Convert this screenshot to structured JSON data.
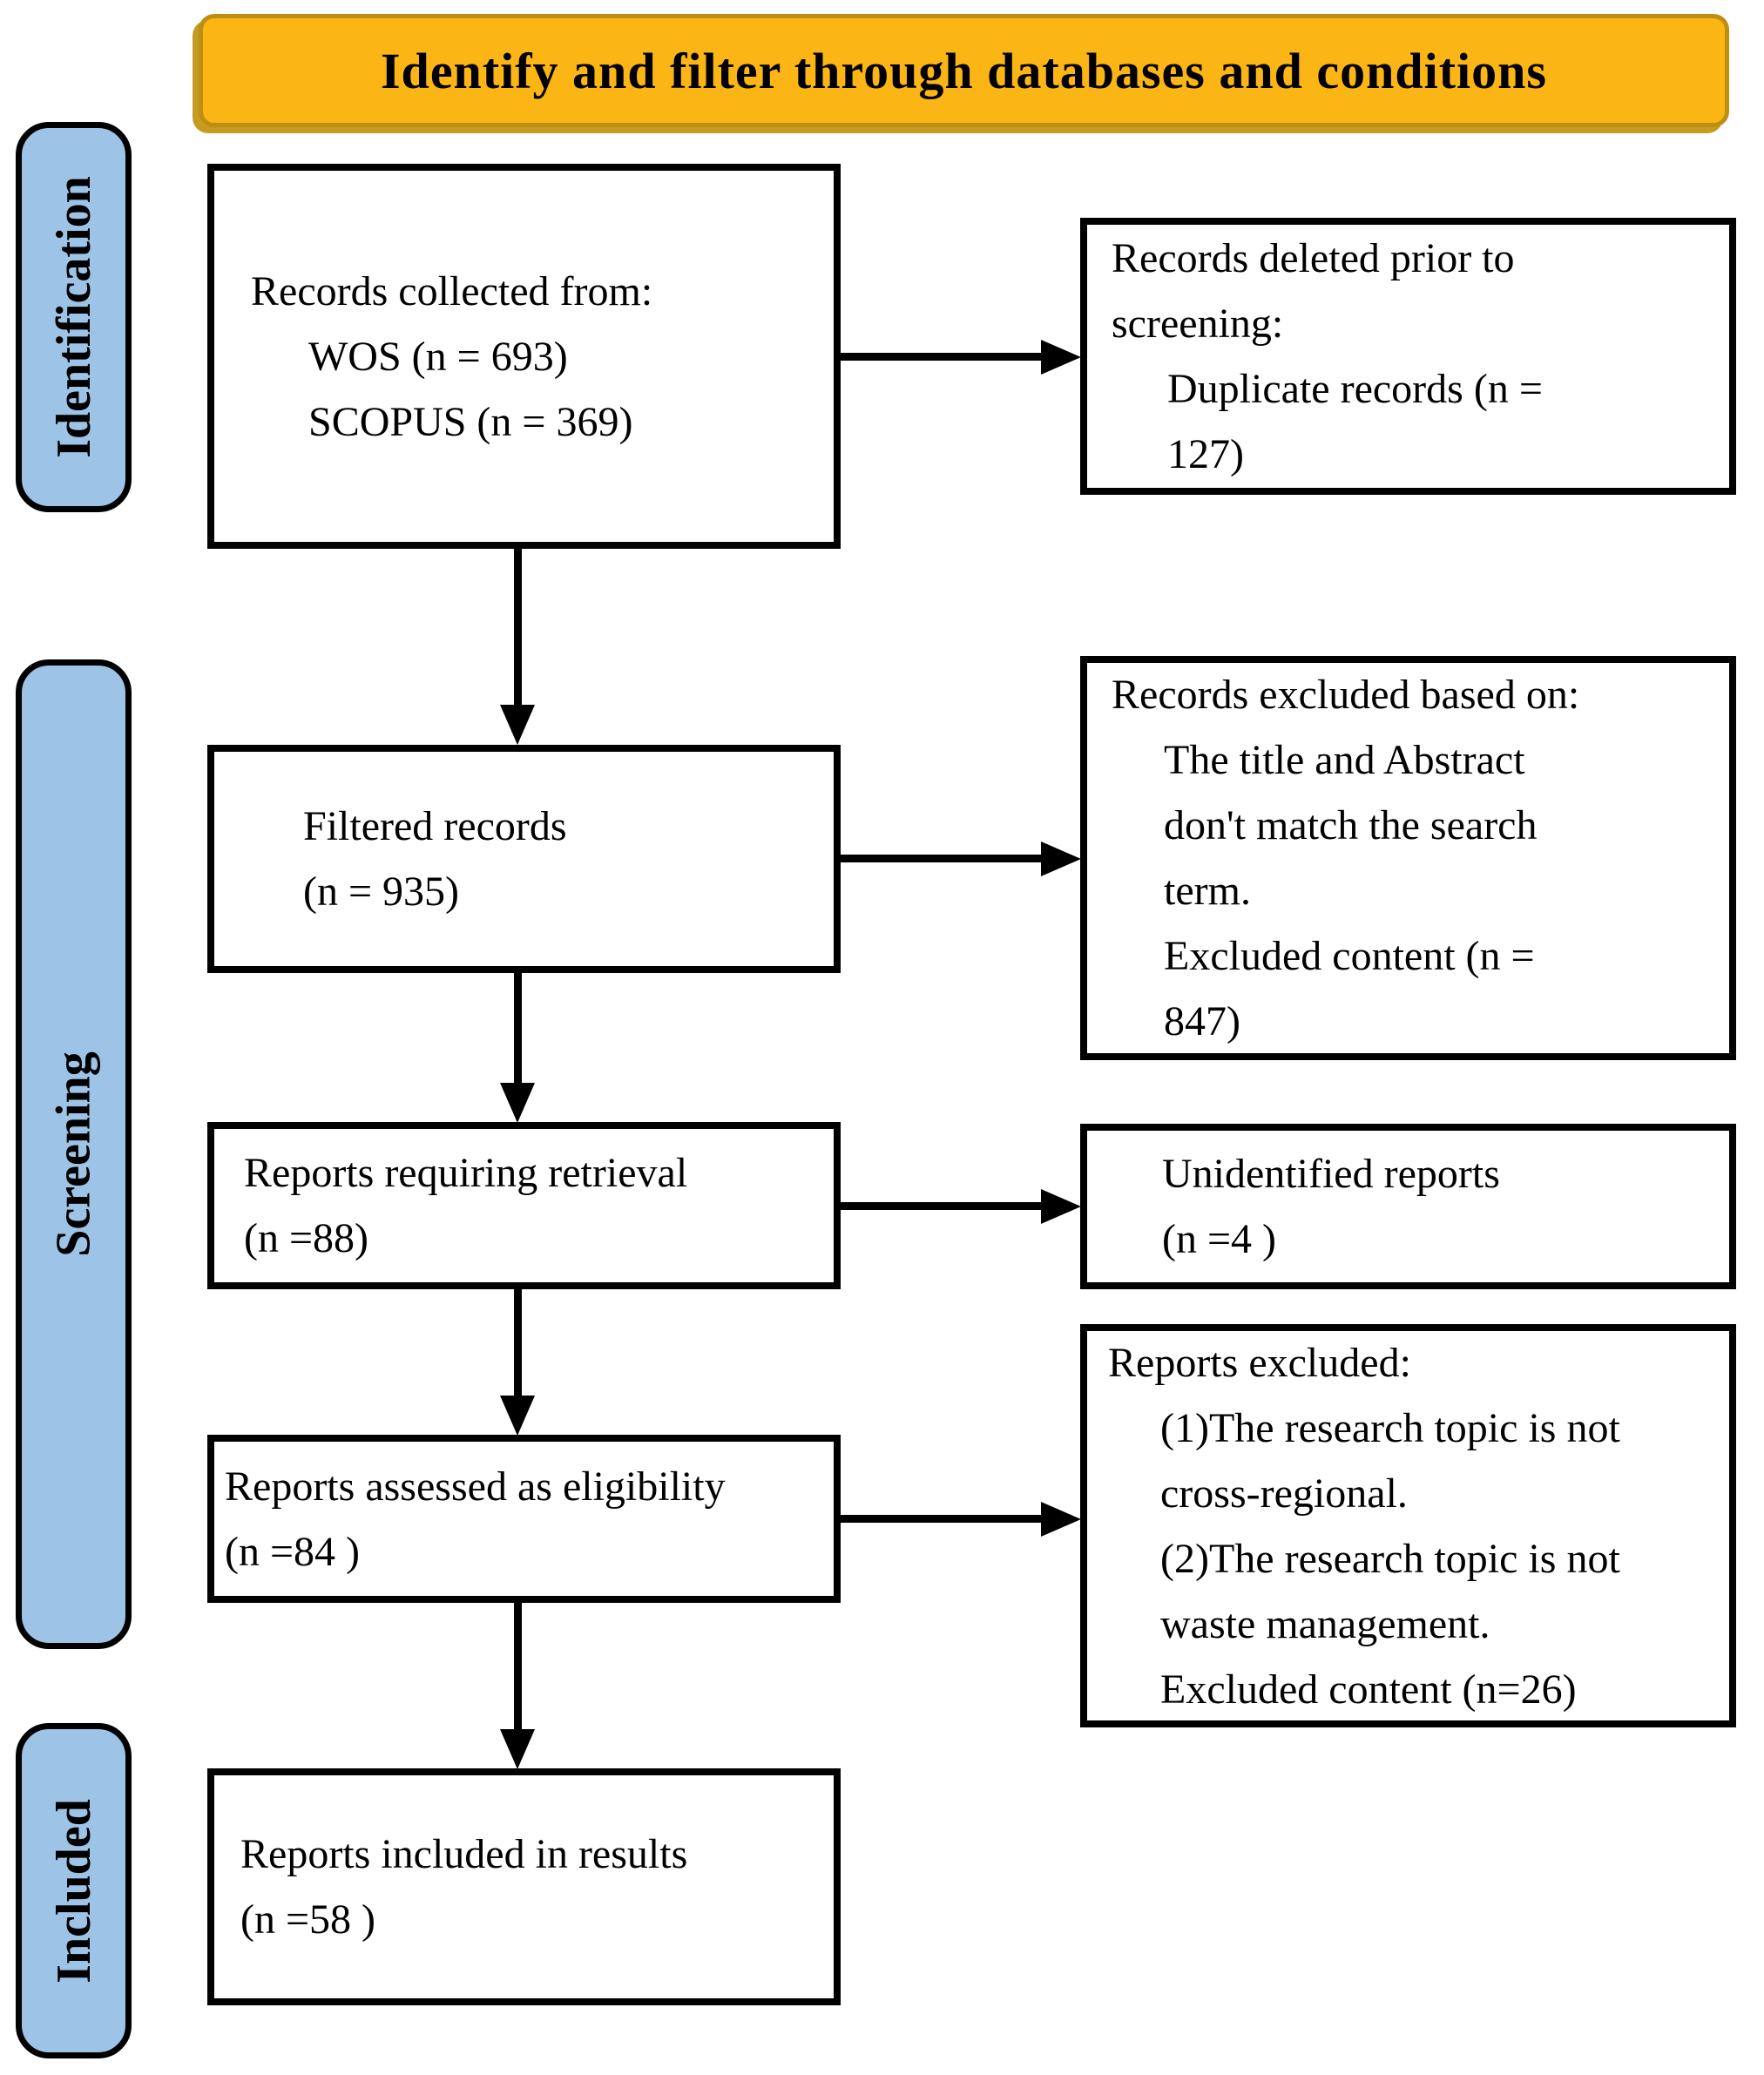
{
  "diagram": {
    "title_banner": "Identify and filter through databases and conditions",
    "stages": [
      {
        "label": "Identification"
      },
      {
        "label": "Screening"
      },
      {
        "label": "Included"
      }
    ],
    "main_flow": [
      {
        "lines": [
          "Records collected from:",
          "WOS (n = 693)",
          "SCOPUS (n = 369)"
        ]
      },
      {
        "lines": [
          "Filtered records",
          "(n = 935)"
        ]
      },
      {
        "lines": [
          "Reports requiring retrieval",
          "(n =88)"
        ]
      },
      {
        "lines": [
          "Reports assessed as eligibility",
          "(n =84 )"
        ]
      },
      {
        "lines": [
          "Reports included in results",
          "(n =58 )"
        ]
      }
    ],
    "exclusion_flow": [
      {
        "lines": [
          "Records deleted prior to",
          "screening:",
          "Duplicate records  (n =",
          "127)"
        ]
      },
      {
        "lines": [
          "Records excluded based on:",
          "The title and Abstract",
          "don't  match the search",
          "term.",
          "Excluded content  (n =",
          "847)"
        ]
      },
      {
        "lines": [
          "Unidentified reports",
          "(n =4 )"
        ]
      },
      {
        "lines": [
          "Reports excluded:",
          "(1)The research topic is not",
          "cross-regional.",
          "(2)The research topic is not",
          "waste management.",
          "Excluded content (n=26)"
        ]
      }
    ],
    "colors": {
      "banner_fill": "#FBB514",
      "banner_border": "#BD8E11",
      "stage_fill": "#9DC3E6",
      "box_border": "#000000",
      "arrow": "#000000"
    }
  }
}
